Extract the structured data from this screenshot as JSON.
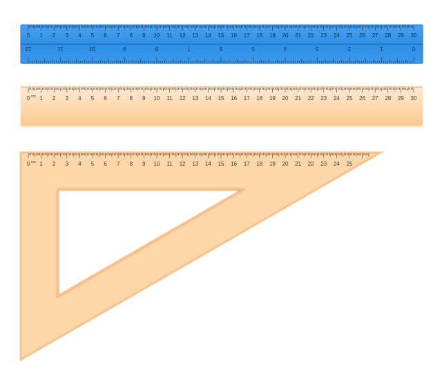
{
  "colors": {
    "blue_ruler": "#2f8fe6",
    "blue_edge": "#1e6fc4",
    "blue_tick": "#0d2a4a",
    "orange_body": "#fdd9b0",
    "orange_edge": "#f7bc82",
    "orange_tick": "#3a3a3a",
    "background": "#ffffff"
  },
  "blue_ruler": {
    "unit_label": "",
    "top_scale": {
      "min": 0,
      "max": 30
    },
    "bottom_scale": {
      "min": 0,
      "max": 12,
      "label_orientation": "rotated-180"
    }
  },
  "straight_ruler": {
    "unit_label": "cm",
    "scale": {
      "min": 0,
      "max": 30
    }
  },
  "set_square": {
    "unit_label": "cm",
    "scale": {
      "min": 0,
      "max": 25,
      "tick_extent_cm": 26.5
    }
  }
}
